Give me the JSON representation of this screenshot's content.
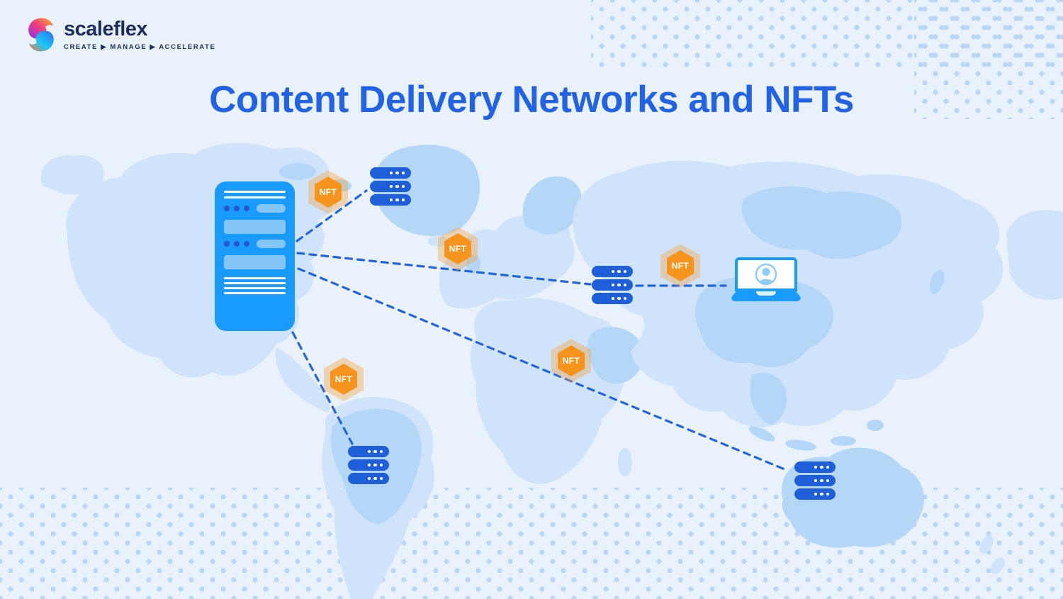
{
  "logo": {
    "brand": "scaleflex",
    "tagline": "CREATE ▶ MANAGE ▶ ACCELERATE"
  },
  "title": "Content Delivery Networks and NFTs",
  "nft_badges": [
    {
      "location": "north-atlantic",
      "label": "NFT"
    },
    {
      "location": "europe",
      "label": "NFT"
    },
    {
      "location": "central-asia",
      "label": "NFT"
    },
    {
      "location": "middle-east",
      "label": "NFT"
    },
    {
      "location": "central-america",
      "label": "NFT"
    }
  ],
  "nodes": {
    "origin_server": "origin-server",
    "edge_servers": [
      "greenland",
      "russia",
      "south-america",
      "australia"
    ],
    "user_device": "laptop-with-user-avatar"
  },
  "colors": {
    "background": "#e9f1fb",
    "pattern_dots": "#b9d6f4",
    "map_land_light": "#cfe4fa",
    "map_land_dark": "#b4d7f7",
    "title_blue": "#2262e9",
    "origin_server_blue": "#189bfc",
    "origin_server_light_bar": "#85c6f8",
    "origin_server_dark_dot": "#2458ca",
    "edge_server_blue": "#1e5ed8",
    "nft_orange": "#f7941e",
    "dashed_line_blue": "#2264df",
    "logo_navy": "#1c2d5e"
  }
}
